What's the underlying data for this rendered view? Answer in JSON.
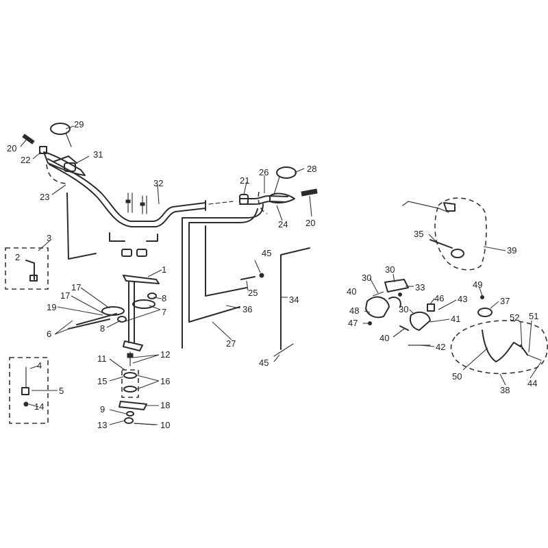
{
  "diagram": {
    "callouts": [
      {
        "id": "c20a",
        "text": "20"
      },
      {
        "id": "c29",
        "text": "29"
      },
      {
        "id": "c22",
        "text": "22"
      },
      {
        "id": "c31",
        "text": "31"
      },
      {
        "id": "c23",
        "text": "23"
      },
      {
        "id": "c32",
        "text": "32"
      },
      {
        "id": "c21",
        "text": "21"
      },
      {
        "id": "c26",
        "text": "26"
      },
      {
        "id": "c28",
        "text": "28"
      },
      {
        "id": "c24",
        "text": "24"
      },
      {
        "id": "c20b",
        "text": "20"
      },
      {
        "id": "c3",
        "text": "3"
      },
      {
        "id": "c2",
        "text": "2"
      },
      {
        "id": "c1",
        "text": "1"
      },
      {
        "id": "c45a",
        "text": "45"
      },
      {
        "id": "c25",
        "text": "25"
      },
      {
        "id": "c34",
        "text": "34"
      },
      {
        "id": "c17a",
        "text": "17"
      },
      {
        "id": "c17b",
        "text": "17"
      },
      {
        "id": "c19",
        "text": "19"
      },
      {
        "id": "c8a",
        "text": "8"
      },
      {
        "id": "c7",
        "text": "7"
      },
      {
        "id": "c36",
        "text": "36"
      },
      {
        "id": "c6",
        "text": "6"
      },
      {
        "id": "c8b",
        "text": "8"
      },
      {
        "id": "c27",
        "text": "27"
      },
      {
        "id": "c45b",
        "text": "45"
      },
      {
        "id": "c11",
        "text": "11"
      },
      {
        "id": "c12",
        "text": "12"
      },
      {
        "id": "c4",
        "text": "4"
      },
      {
        "id": "c15",
        "text": "15"
      },
      {
        "id": "c16",
        "text": "16"
      },
      {
        "id": "c5",
        "text": "5"
      },
      {
        "id": "c14",
        "text": "14"
      },
      {
        "id": "c18",
        "text": "18"
      },
      {
        "id": "c9",
        "text": "9"
      },
      {
        "id": "c13",
        "text": "13"
      },
      {
        "id": "c10",
        "text": "10"
      },
      {
        "id": "c35",
        "text": "35"
      },
      {
        "id": "c39",
        "text": "39"
      },
      {
        "id": "c30a",
        "text": "30"
      },
      {
        "id": "c30b",
        "text": "30"
      },
      {
        "id": "c33",
        "text": "33"
      },
      {
        "id": "c40a",
        "text": "40"
      },
      {
        "id": "c49",
        "text": "49"
      },
      {
        "id": "c46",
        "text": "46"
      },
      {
        "id": "c43",
        "text": "43"
      },
      {
        "id": "c37",
        "text": "37"
      },
      {
        "id": "c48",
        "text": "48"
      },
      {
        "id": "c30c",
        "text": "30"
      },
      {
        "id": "c41",
        "text": "41"
      },
      {
        "id": "c52",
        "text": "52"
      },
      {
        "id": "c51",
        "text": "51"
      },
      {
        "id": "c47",
        "text": "47"
      },
      {
        "id": "c40b",
        "text": "40"
      },
      {
        "id": "c42",
        "text": "42"
      },
      {
        "id": "c50",
        "text": "50"
      },
      {
        "id": "c38",
        "text": "38"
      },
      {
        "id": "c44",
        "text": "44"
      }
    ]
  }
}
